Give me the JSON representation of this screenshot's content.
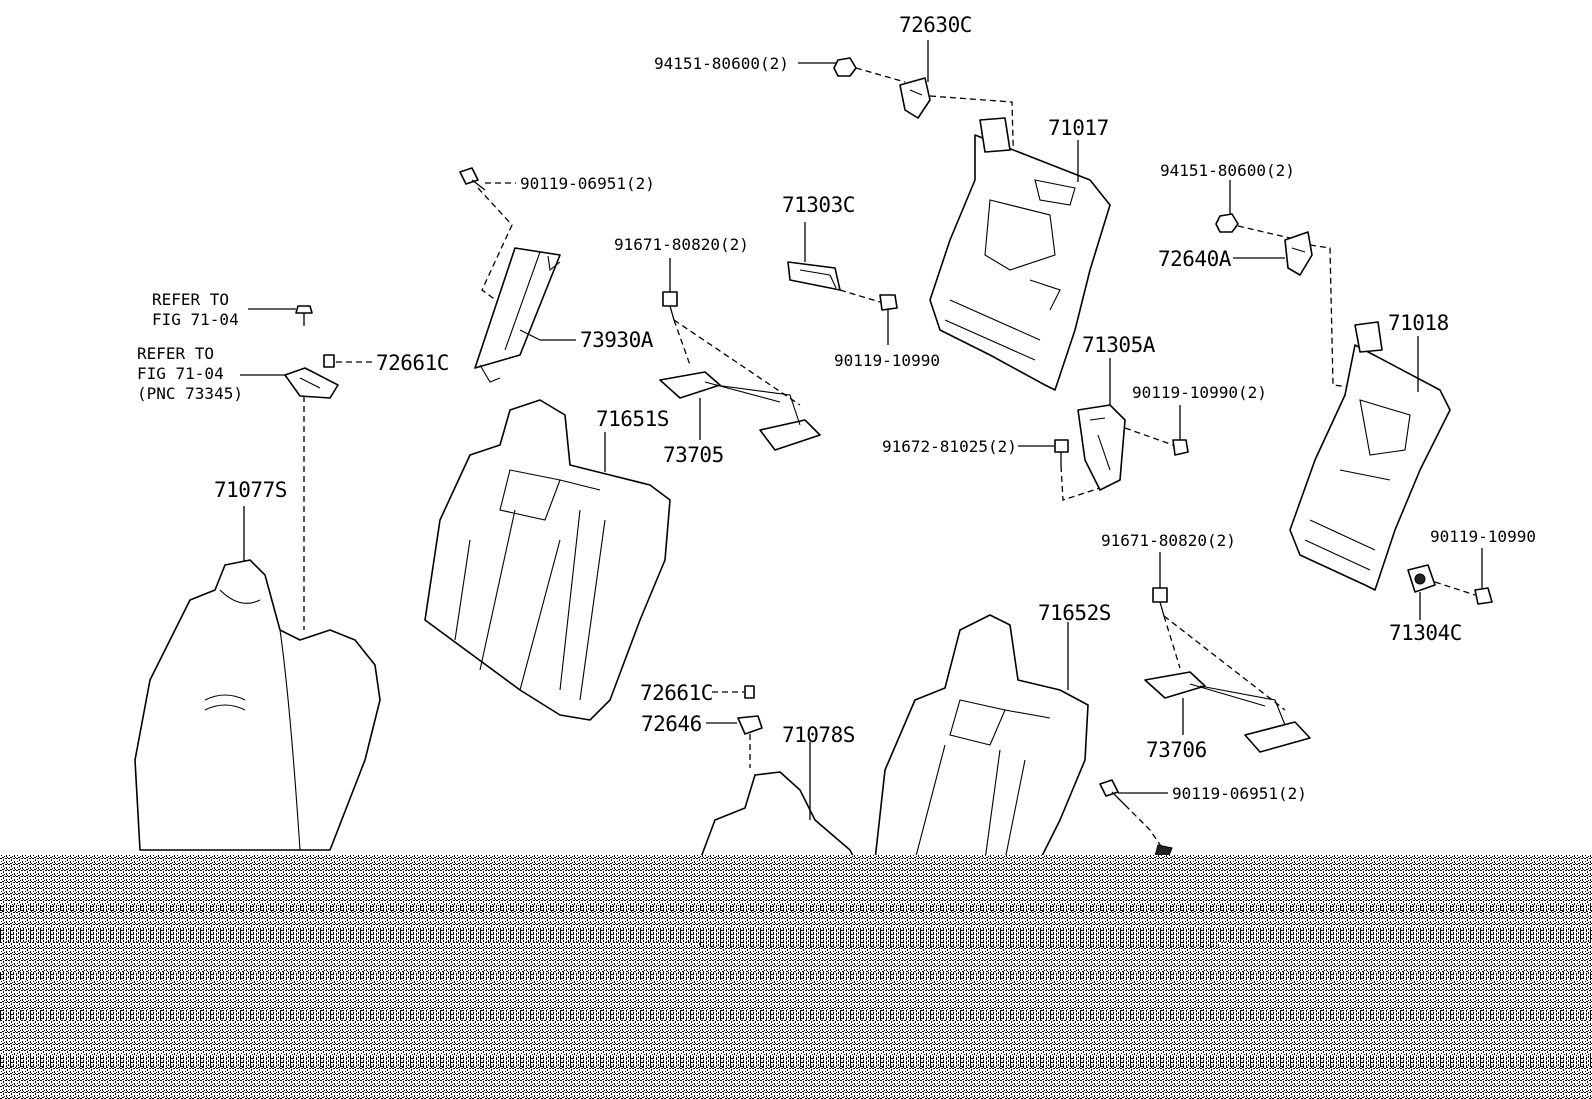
{
  "diagram": {
    "labels": {
      "p72630C": "72630C",
      "p94151_top": "94151-80600(2)",
      "p71017": "71017",
      "p90119_06951_top": "90119-06951(2)",
      "p71303C": "71303C",
      "p94151_right": "94151-80600(2)",
      "p91671_top": "91671-80820(2)",
      "p72640A": "72640A",
      "refer1_a": "REFER TO",
      "refer1_b": "FIG 71-04",
      "p73930A": "73930A",
      "p90119_10990_mid": "90119-10990",
      "p71018": "71018",
      "refer2_a": "REFER TO",
      "refer2_b": "FIG 71-04",
      "refer2_c": "(PNC 73345)",
      "p72661C_top": "72661C",
      "p71305A": "71305A",
      "p90119_10990_2": "90119-10990(2)",
      "p71651S": "71651S",
      "p73705": "73705",
      "p91672": "91672-81025(2)",
      "p71077S": "71077S",
      "p91671_bottom": "91671-80820(2)",
      "p90119_10990_right": "90119-10990",
      "p71304C": "71304C",
      "p71652S": "71652S",
      "p72661C_bottom": "72661C",
      "p72646": "72646",
      "p71078S": "71078S",
      "p73706": "73706",
      "p90119_06951_bottom": "90119-06951(2)"
    },
    "colors": {
      "line": "#000000",
      "background": "#ffffff",
      "noise_band": "#9a9a9a"
    }
  }
}
